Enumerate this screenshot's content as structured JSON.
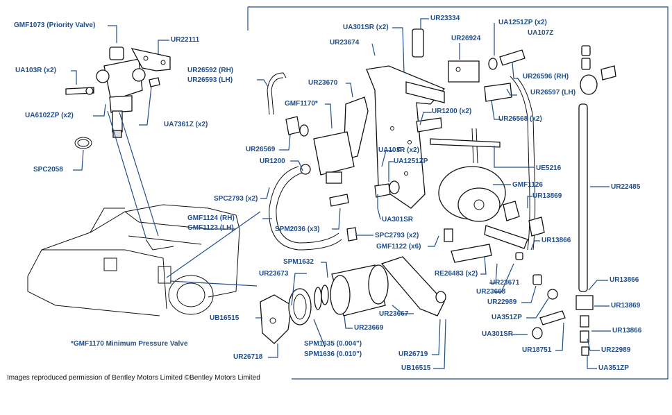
{
  "colors": {
    "label": "#1f4e8c",
    "line": "#111111",
    "background": "#ffffff"
  },
  "labels": {
    "gmf1073": "GMF1073 (Priority Valve)",
    "ur22111": "UR22111",
    "ua103r_x2_left": "UA103R (x2)",
    "ua6102zp": "UA6102ZP (x2)",
    "ua7361z": "UA7361Z (x2)",
    "spc2058": "SPC2058",
    "ur26592": "UR26592 (RH)",
    "ur26593": "UR26593 (LH)",
    "ua301sr_x2_top": "UA301SR (x2)",
    "ur23334": "UR23334",
    "ur23674": "UR23674",
    "ur26924": "UR26924",
    "ua1251zp_x2": "UA1251ZP (x2)",
    "ua107z": "UA107Z",
    "ur23670": "UR23670",
    "ur26596": "UR26596 (RH)",
    "ur26597": "UR26597 (LH)",
    "gmf1170": "GMF1170*",
    "ur1200_x2": "UR1200 (x2)",
    "ur26568": "UR26568 (x2)",
    "ur26569": "UR26569",
    "ur1200": "UR1200",
    "ua103r_x2_mid": "UA103R (x2)",
    "ua1251zp": "UA1251ZP",
    "ue5216": "UE5216",
    "gmf1126": "GMF1126",
    "ur22485": "UR22485",
    "spc2793_left": "SPC2793 (x2)",
    "ur13869_top": "UR13869",
    "gmf1124": "GMF1124 (RH)",
    "gmf1123": "GMF1123 (LH)",
    "ua301sr": "UA301SR",
    "spm2036": "SPM2036 (x3)",
    "spc2793_mid": "SPC2793 (x2)",
    "gmf1122": "GMF1122 (x6)",
    "ur13866_a": "UR13866",
    "spm1632": "SPM1632",
    "re26483": "RE26483 (x2)",
    "ur23673": "UR23673",
    "ur23671": "UR23671",
    "ur23668": "UR23668",
    "ur13866_b": "UR13866",
    "ub16515_left": "UB16515",
    "ur23667": "UR23667",
    "ur22989_a": "UR22989",
    "ur13869_b": "UR13869",
    "ua351zp_a": "UA351ZP",
    "ur23669": "UR23669",
    "ur13866_c": "UR13866",
    "ua301sr_b": "UA301SR",
    "ur18751": "UR18751",
    "ur22989_b": "UR22989",
    "spm1635": "SPM1635 (0.004\")",
    "spm1636": "SPM1636 (0.010\")",
    "ur26719": "UR26719",
    "ur26718": "UR26718",
    "ub16515_right": "UB16515",
    "ua351zp_b": "UA351ZP"
  },
  "footnote": "*GMF1170 Minimum Pressure Valve",
  "credit": "Images reproduced permission of Bentley Motors Limited ©Bentley Motors Limited"
}
